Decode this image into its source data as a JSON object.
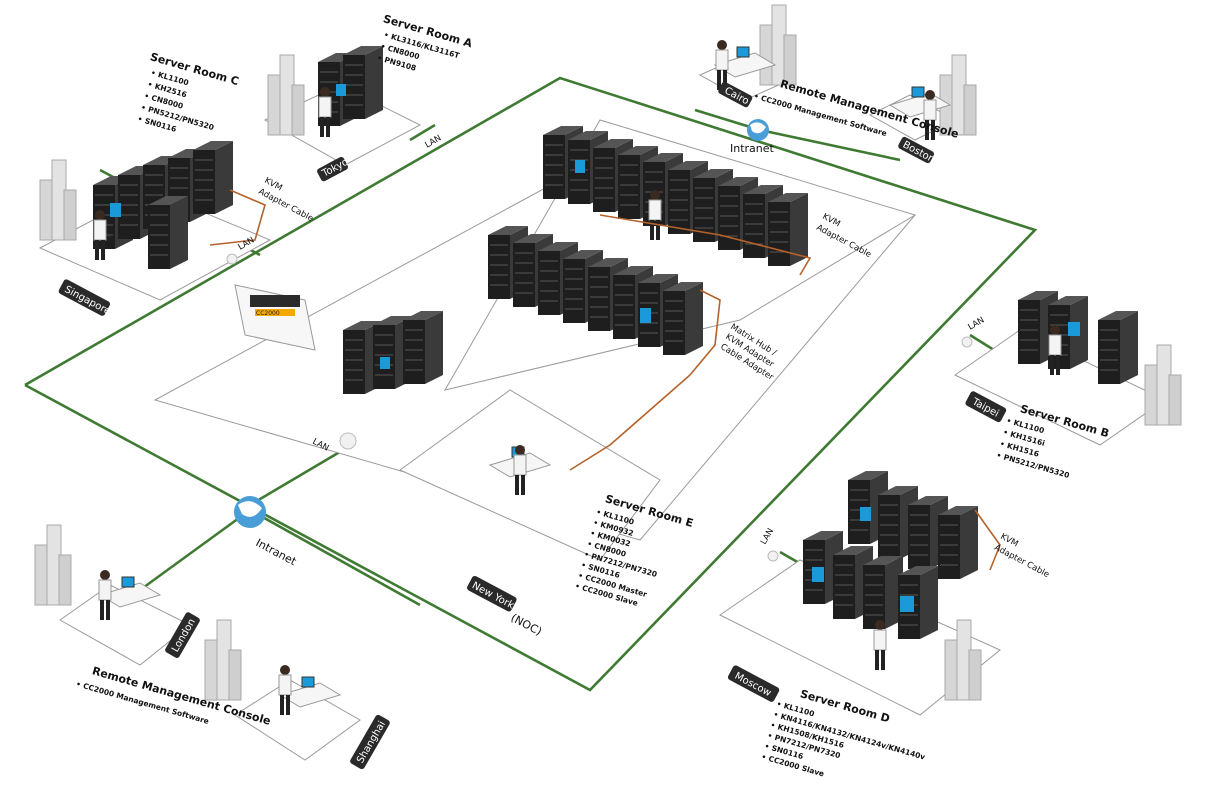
{
  "colors": {
    "lan": "#3f7a33",
    "cable": "#b5622b",
    "rack": "#1e1e1e",
    "screen": "#1a9ad8",
    "label_bg": "#2a2a2a"
  },
  "server_room_a": {
    "title": "Server Room A",
    "items": [
      "KL3116/KL3116T",
      "CN8000",
      "PN9108"
    ]
  },
  "server_room_b": {
    "title": "Server Room B",
    "items": [
      "KL1100",
      "KH1516i",
      "KH1516",
      "PN5212/PN5320"
    ]
  },
  "server_room_c": {
    "title": "Server Room C",
    "items": [
      "KL1100",
      "KH2516",
      "CN8000",
      "PN5212/PN5320",
      "SN0116"
    ]
  },
  "server_room_d": {
    "title": "Server Room D",
    "items": [
      "KL1100",
      "KN4116/KN4132/KN4124v/KN4140v",
      "KH1508/KH1516",
      "PN7212/PN7320",
      "SN0116",
      "CC2000 Slave"
    ]
  },
  "server_room_e": {
    "title": "Server Room E",
    "items": [
      "KL1100",
      "KM0932",
      "KM0032",
      "CN8000",
      "PN7212/PN7320",
      "SN0116",
      "CC2000 Master",
      "CC2000 Slave"
    ]
  },
  "remote_console_top": {
    "title": "Remote Management Console",
    "items": [
      "CC2000 Management Software"
    ]
  },
  "remote_console_bottom": {
    "title": "Remote Management Console",
    "items": [
      "CC2000 Management Software"
    ]
  },
  "cities": {
    "tokyo": "Tokyo",
    "singapore": "Singapore",
    "taipei": "Taipei",
    "moscow": "Moscow",
    "new_york": "New York",
    "london": "London",
    "shanghai": "Shanghai",
    "cairo": "Cairo",
    "boston": "Boston"
  },
  "noc": "(NOC)",
  "labels": {
    "lan": "LAN",
    "intranet": "Intranet",
    "kvm_adapter_cable_line1": "KVM",
    "kvm_adapter_cable_line2": "Adapter Cable",
    "matrix_line1": "Matrix Hub /",
    "matrix_line2": "KVM Adapter",
    "matrix_line3": "Cable Adapter",
    "device_label": "CC2000"
  }
}
